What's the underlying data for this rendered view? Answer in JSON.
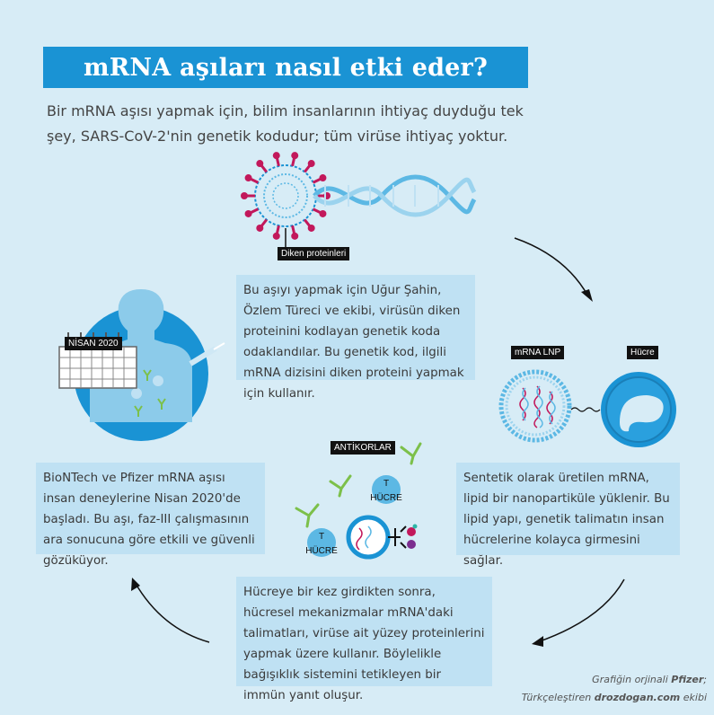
{
  "title": "mRNA aşıları nasıl etki eder?",
  "intro": "Bir mRNA aşısı yapmak için, bilim insanlarının ihtiyaç duyduğu tek şey, SARS-CoV-2'nin genetik kodudur; tüm virüse ihtiyaç yoktur.",
  "labels": {
    "spike": "Diken proteinleri",
    "calendar": "NİSAN 2020",
    "lnp": "mRNA LNP",
    "cell": "Hücre",
    "antibodies": "ANTİKORLAR",
    "t_letter": "T",
    "t_cell": "HÜCRE"
  },
  "steps": {
    "research": "Bu aşıyı yapmak için Uğur Şahin, Özlem Türeci ve ekibi, virüsün diken proteinini kodlayan genetik koda odaklandılar. Bu genetik kod, ilgili mRNA dizisini diken proteini yapmak için kullanır.",
    "delivery": "Sentetik olarak üretilen mRNA, lipid bir nanopartiküle yüklenir. Bu lipid yapı, genetik talimatın insan hücrelerine kolayca girmesini sağlar.",
    "response": "Hücreye bir kez girdikten sonra, hücresel mekanizmalar mRNA'daki talimatları, virüse ait yüzey proteinlerini yapmak üzere kullanır. Böylelikle bağışıklık sistemini tetikleyen bir immün yanıt oluşur.",
    "trials": "BioNTech ve Pfizer mRNA aşısı insan deneylerine Nisan 2020'de başladı. Bu aşı, faz-III çalışmasının ara sonucuna göre etkili ve güvenli gözüküyor."
  },
  "credit": {
    "line1_prefix": "Grafiğin orjinali ",
    "line1_brand": "Pfizer",
    "line1_suffix": ";",
    "line2_prefix": "Türkçeleştiren ",
    "line2_brand": "drozdogan.com",
    "line2_suffix": " ekibi"
  },
  "colors": {
    "background": "#d7ecf6",
    "title_bar": "#1a93d4",
    "textbox": "#bfe1f3",
    "circle_blue": "#1a93d4",
    "spike_magenta": "#c2185b",
    "antibody_green": "#7cc04a",
    "rna_light": "#5cb8e4"
  }
}
